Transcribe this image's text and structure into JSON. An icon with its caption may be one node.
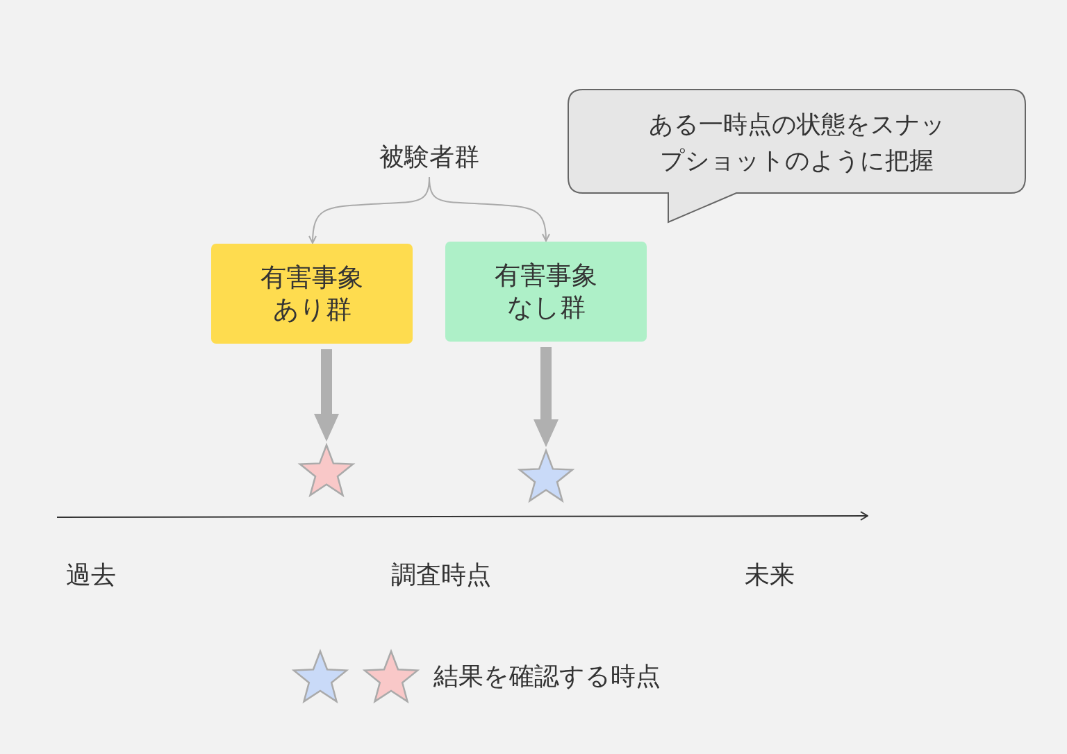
{
  "diagram": {
    "nodes": [
      {
        "text": [
          "被験者群"
        ]
      },
      {
        "text": [
          "有害事象あり群"
        ]
      },
      {
        "text": [
          "有害事象なし群"
        ]
      },
      {
        "text": [],
        "shape": "star"
      },
      {
        "text": [],
        "shape": "star"
      },
      {
        "text": [
          "ある一時点の状態をスナップショットのように把握"
        ]
      }
    ],
    "edges": [
      {
        "from": 0,
        "to": 1,
        "arrow": "to"
      },
      {
        "from": 0,
        "to": 2,
        "arrow": "to"
      },
      {
        "from": 1,
        "to": 3,
        "arrow": "to",
        "style": "thick"
      },
      {
        "from": 2,
        "to": 4,
        "arrow": "to",
        "style": "thick"
      }
    ],
    "labels": [
      "過去",
      "調査時点",
      "未来"
    ],
    "legend": [
      {
        "text": "結果を確認する時点"
      }
    ]
  }
}
